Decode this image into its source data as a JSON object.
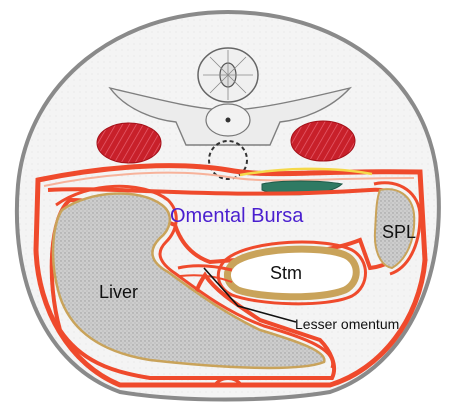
{
  "labels": {
    "bursa": "Omental Bursa",
    "spleen": "SPL",
    "stomach": "Stm",
    "liver": "Liver",
    "lesser_omentum": "Lesser omentum"
  },
  "colors": {
    "membrane": "#ef4a2c",
    "membrane_light": "#f7a88f",
    "kidney": "#c8202a",
    "organ_fill": "#cfcfcf",
    "organ_rim": "#c9a35a",
    "vessel": "#2f7a63",
    "body_outline": "#8a8a8a",
    "bursa_text": "#4a1fcf"
  }
}
